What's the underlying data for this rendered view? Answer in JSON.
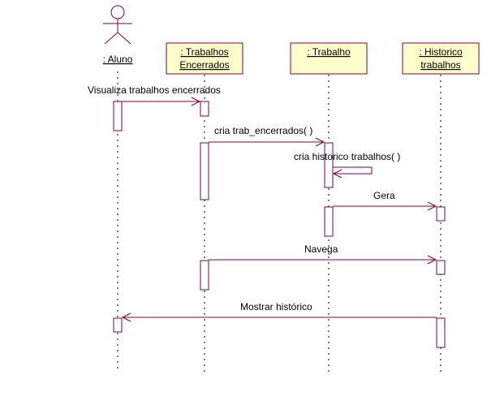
{
  "actors": [
    {
      "id": "aluno",
      "label": ": Aluno"
    },
    {
      "id": "trab_enc",
      "label_lines": [
        ": Trabalhos",
        "Encerrados"
      ]
    },
    {
      "id": "trabalho",
      "label": ": Trabalho"
    },
    {
      "id": "historico",
      "label_lines": [
        ": Historico",
        "trabalhos"
      ]
    }
  ],
  "messages": [
    {
      "id": "m1",
      "label": "Visualiza trabalhos encerrados"
    },
    {
      "id": "m2",
      "label": "cria trab_encerrados( )"
    },
    {
      "id": "m3",
      "label": "cria historico trabalhos( )"
    },
    {
      "id": "m4",
      "label": "Gera"
    },
    {
      "id": "m5",
      "label": "Navega"
    },
    {
      "id": "m6",
      "label": "Mostrar histórico"
    }
  ],
  "colors": {
    "line": "#800040",
    "box_fill": "#ffffcc",
    "background": "#ffffff"
  }
}
